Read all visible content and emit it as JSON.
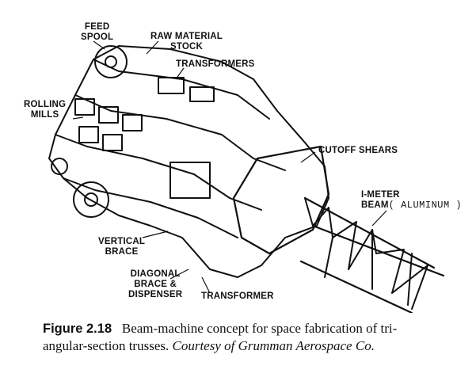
{
  "figure": {
    "labels": {
      "feed_spool": [
        "FEED",
        "SPOOL"
      ],
      "raw_material_stock": [
        "RAW MATERIAL",
        "STOCK"
      ],
      "transformers": "TRANSFORMERS",
      "rolling_mills": [
        "ROLLING",
        "MILLS"
      ],
      "cutoff_shears": "CUTOFF SHEARS",
      "i_meter_beam": [
        "I-METER",
        "BEAM"
      ],
      "aluminum": "( ALUMINUM )",
      "vertical_brace": [
        "VERTICAL",
        "BRACE"
      ],
      "diagonal_brace": [
        "DIAGONAL",
        "BRACE &",
        "DISPENSER"
      ],
      "transformer": "TRANSFORMER"
    }
  },
  "caption": {
    "fig_num": "Figure 2.18",
    "text_line1": "Beam-machine concept for space fabrication of tri-",
    "text_line2": "angular-section trusses.",
    "credit": "Courtesy of Grumman Aerospace Co."
  }
}
